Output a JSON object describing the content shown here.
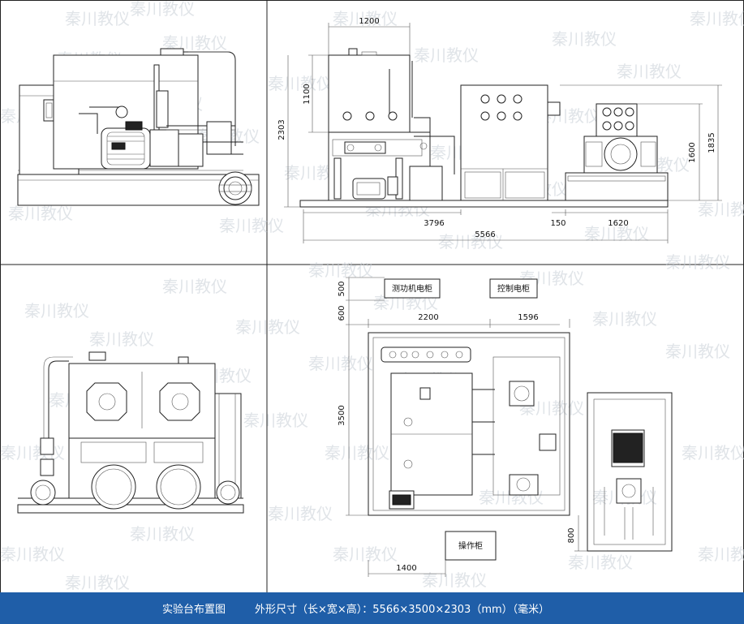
{
  "watermark": "秦川教仪",
  "caption": {
    "title": "实验台布置图",
    "dims": "外形尺寸（长×宽×高）：5566×3500×2303（mm）（毫米）",
    "bar_color": "#1f5ea8"
  },
  "front_view": {
    "dims": {
      "tank_width": "1200",
      "tank_height": "1100",
      "total_height": "2303",
      "base_length": "3796",
      "gap": "150",
      "cabinet_length": "1620",
      "total_length": "5566",
      "cabinet_height": "1600",
      "cabinet_total_height": "1835"
    }
  },
  "plan_view": {
    "labels": {
      "dyno_cabinet": "测功机电柜",
      "control_cabinet": "控制电柜",
      "operator_cabinet": "操作柜"
    },
    "dims": {
      "top_margin": "500",
      "top_clearance": "600",
      "left_width": "2200",
      "right_width": "1596",
      "depth": "3500",
      "operator_width": "1400",
      "operator_depth": "800"
    }
  }
}
